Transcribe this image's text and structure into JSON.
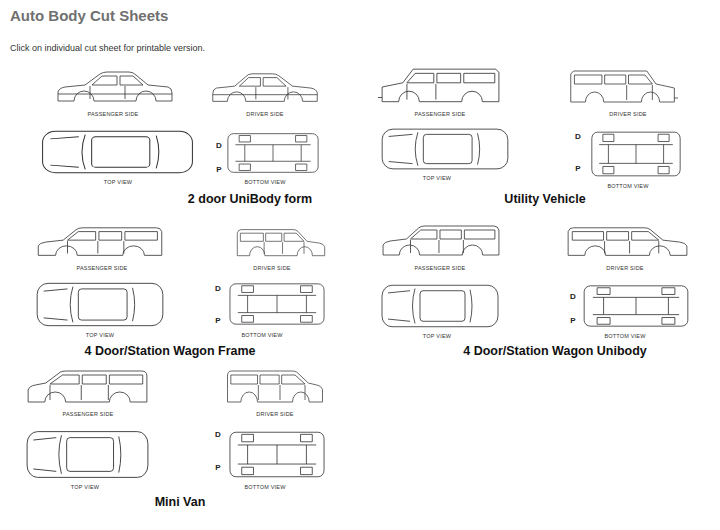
{
  "diagram": {
    "title": "Auto Body Cut Sheets",
    "labels": [
      "Click on individual cut sheet for printable version.",
      "PASSENGER SIDE",
      "DRIVER SIDE",
      "TOP VIEW",
      "D",
      "BOTTOM VIEW",
      "P",
      "2 door UniBody form",
      "PASSENGER SIDE",
      "DRIVER SIDE",
      "TOP VIEW",
      "D",
      "BOTTOM VIEW",
      "P",
      "Utility Vehicle",
      "PASSENGER SIDE",
      "DRIVER SIDE",
      "TOP VIEW",
      "D",
      "BOTTOM VIEW",
      "P",
      "4 Door/Station Wagon Frame",
      "PASSENGER SIDE",
      "DRIVER SIDE",
      "TOP VIEW",
      "D",
      "BOTTOM VIEW",
      "P",
      "4 Door/Station Wagon Unibody",
      "PASSENGER SIDE",
      "DRIVER SIDE",
      "TOP VIEW",
      "D",
      "BOTTOM VIEW",
      "P",
      "Mini Van"
    ]
  }
}
